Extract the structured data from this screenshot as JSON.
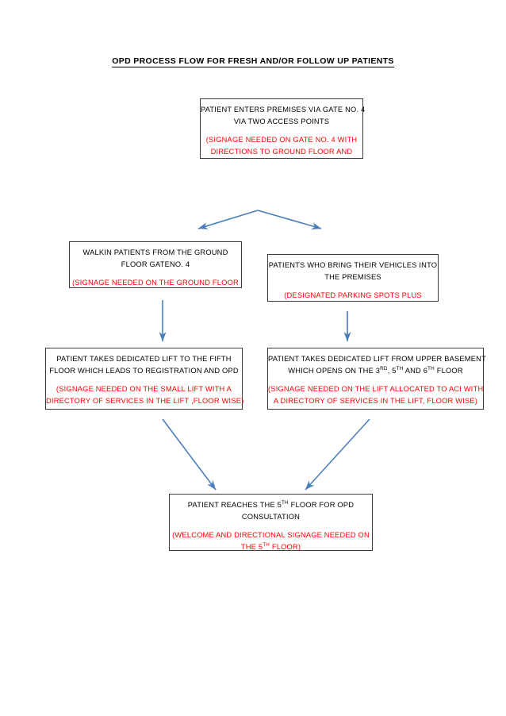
{
  "document": {
    "title": "OPD PROCESS FLOW FOR FRESH AND/OR FOLLOW UP PATIENTS"
  },
  "colors": {
    "note_red": "#FF0000",
    "arrow_blue": "#4A7EBB",
    "box_border": "#3B3B3B",
    "text_black": "#000000",
    "page_background": "#FFFFFF"
  },
  "flowchart": {
    "type": "process-flow",
    "nodes": [
      {
        "id": "entry",
        "black_lines": [
          "PATIENT ENTERS PREMISES VIA GATE NO. 4",
          "VIA TWO ACCESS POINTS"
        ],
        "red_lines": [
          "(SIGNAGE NEEDED ON GATE NO. 4 WITH",
          "DIRECTIONS TO GROUND FLOOR AND"
        ],
        "red_clipped": true
      },
      {
        "id": "walkin",
        "black_lines": [
          "WALKIN    PATIENTS FROM THE GROUND",
          "FLOOR GATENO. 4"
        ],
        "red_lines": [
          "(SIGNAGE NEEDED ON THE GROUND FLOOR"
        ],
        "red_clipped": true
      },
      {
        "id": "vehicles",
        "black_lines": [
          "PATIENTS WHO BRING THEIR VEHICLES INTO",
          "THE PREMISES"
        ],
        "red_lines": [
          "(DESIGNATED PARKING SPOTS PLUS"
        ],
        "red_clipped": true
      },
      {
        "id": "lift-fifth",
        "black_lines": [
          "PATIENT TAKES DEDICATED LIFT TO THE FIFTH",
          "FLOOR WHICH LEADS TO REGISTRATION AND OPD"
        ],
        "red_lines": [
          "(SIGNAGE NEEDED ON THE SMALL LIFT WITH A",
          "DIRECTORY OF SERVICES IN THE LIFT ,FLOOR WISE)"
        ],
        "red_clipped": false
      },
      {
        "id": "lift-basement",
        "black_lines_html": [
          "PATIENT TAKES DEDICATED LIFT FROM UPPER BASEMENT",
          "WHICH OPENS ON THE 3<sup>RD</sup>, 5<sup>TH</sup> AND 6<sup>TH</sup> FLOOR"
        ],
        "red_lines": [
          "(SIGNAGE NEEDED ON THE LIFT ALLOCATED TO ACI WITH",
          "A DIRECTORY OF SERVICES IN THE LIFT, FLOOR WISE)"
        ],
        "red_clipped": false
      },
      {
        "id": "reaches",
        "black_lines_html": [
          "PATIENT REACHES THE 5<sup>TH</sup> FLOOR FOR OPD",
          "CONSULTATION"
        ],
        "red_lines_html": [
          "(WELCOME AND DIRECTIONAL SIGNAGE NEEDED ON",
          "THE 5<sup>TH</sup> FLOOR)"
        ],
        "red_clipped": true
      }
    ],
    "connectors": [
      {
        "id": "split-left",
        "from": "entry",
        "to": "walkin",
        "shape": "diagonal-down-left"
      },
      {
        "id": "split-right",
        "from": "entry",
        "to": "vehicles",
        "shape": "diagonal-down-right"
      },
      {
        "id": "down-left",
        "from": "walkin",
        "to": "lift-fifth",
        "shape": "vertical-down"
      },
      {
        "id": "down-right",
        "from": "vehicles",
        "to": "lift-basement",
        "shape": "vertical-down"
      },
      {
        "id": "merge-left",
        "from": "lift-fifth",
        "to": "reaches",
        "shape": "diagonal-down-right"
      },
      {
        "id": "merge-right",
        "from": "lift-basement",
        "to": "reaches",
        "shape": "diagonal-down-left"
      }
    ]
  }
}
